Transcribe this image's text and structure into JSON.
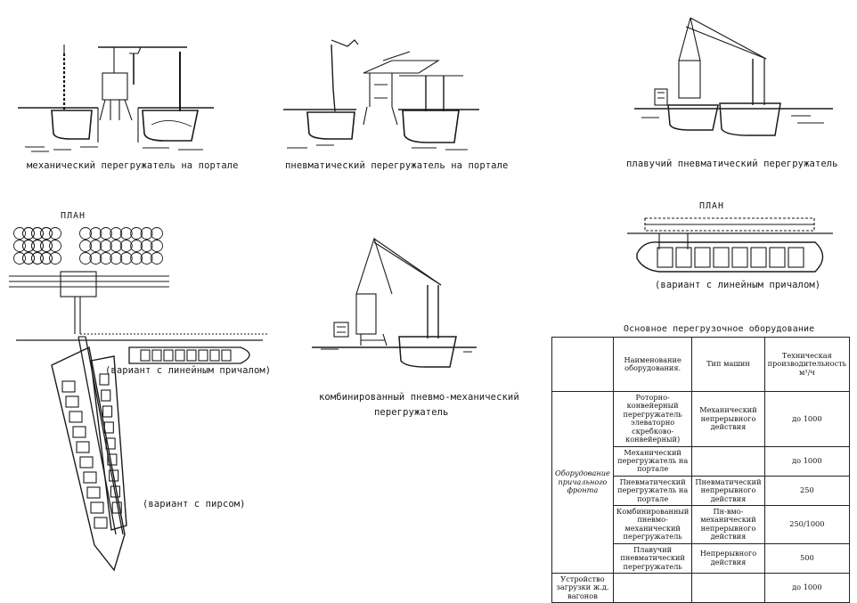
{
  "captions": {
    "mech_portal": "механический перегружатель на портале",
    "pneu_portal": "пневматический перегружатель на портале",
    "floating": "плавучий пневматический перегружатель",
    "combined_line1": "комбинированный пневмо-механический",
    "combined_line2": "перегружатель",
    "plan_left": "ПЛАН",
    "plan_right": "ПЛАН",
    "variant_linear_left": "(вариант с линейным причалом)",
    "variant_pier": "(вариант с пирсом)",
    "variant_linear_right": "(вариант с линейным причалом)"
  },
  "table": {
    "title": "Основное перегрузочное оборудование",
    "headers": [
      "",
      "Наименование оборудования.",
      "Тип машин",
      "Техническая производительность м³/ч"
    ],
    "group_label": "Оборудование причального фронта",
    "rows": [
      {
        "name": "Роторно-конвейерный перегружатель элеваторно скребково-конвейерный)",
        "type": "Механический непрерывного действия",
        "capacity": "до 1000"
      },
      {
        "name": "Механический перегружатель на портале",
        "type": "",
        "capacity": "до 1000"
      },
      {
        "name": "Пневматический перегружатель на портале",
        "type": "Пневматический непрерывного действия",
        "capacity": "250"
      },
      {
        "name": "Комбинированный пневмо-механический перегружатель",
        "type": "Пн-вмо-механический непрерывного действия",
        "capacity": "250/1000"
      },
      {
        "name": "Плавучий пневматический перегружатель",
        "type": "Непрерывного действия",
        "capacity": "500"
      }
    ],
    "last_row": {
      "group": "Устройство загрузки ж.д. вагонов",
      "name": "",
      "type": "",
      "capacity": "до 1000"
    }
  }
}
